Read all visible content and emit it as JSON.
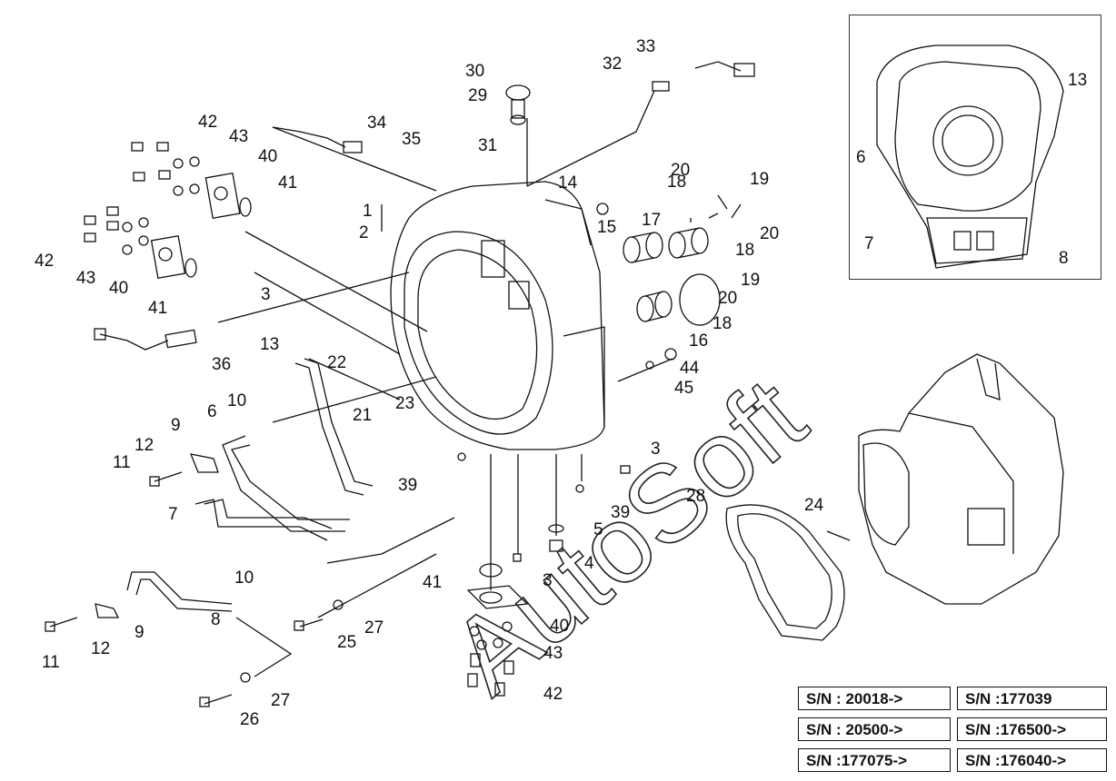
{
  "callouts": {
    "c42a": "42",
    "c43a": "43",
    "c40a": "40",
    "c41a": "41",
    "c42b": "42",
    "c43b": "43",
    "c40b": "40",
    "c41b": "41",
    "c34": "34",
    "c35": "35",
    "c36": "36",
    "c30": "30",
    "c29": "29",
    "c32": "32",
    "c33": "33",
    "c31": "31",
    "c1": "1",
    "c2": "2",
    "c3a": "3",
    "c3b": "3",
    "c3c": "3",
    "c13": "13",
    "c22": "22",
    "c23": "23",
    "c10a": "10",
    "c10b": "10",
    "c6": "6",
    "c9a": "9",
    "c9b": "9",
    "c12a": "12",
    "c12b": "12",
    "c11a": "11",
    "c11b": "11",
    "c7": "7",
    "c8": "8",
    "c21": "21",
    "c39a": "39",
    "c39b": "39",
    "c14": "14",
    "c15": "15",
    "c18a": "18",
    "c18b": "18",
    "c18c": "18",
    "c20a": "20",
    "c20b": "20",
    "c20c": "20",
    "c19a": "19",
    "c19b": "19",
    "c17": "17",
    "c16": "16",
    "c44": "44",
    "c45": "45",
    "c5": "5",
    "c4": "4",
    "c41c": "41",
    "c40c": "40",
    "c43c": "43",
    "c42c": "42",
    "c25": "25",
    "c26": "26",
    "c27a": "27",
    "c27b": "27",
    "c28": "28",
    "c24": "24",
    "i13": "13",
    "i6": "6",
    "i7": "7",
    "i8": "8"
  },
  "serial_numbers": [
    "S/N : 20018->",
    "S/N :177039",
    "S/N : 20500->",
    "S/N :176500->",
    "S/N :177075->",
    "S/N :176040->"
  ],
  "watermark": "AutoSoft"
}
